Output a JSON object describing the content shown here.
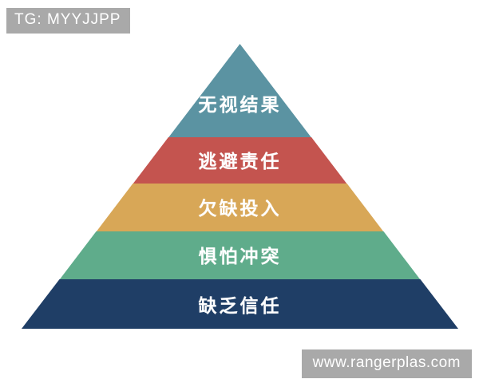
{
  "page": {
    "background": "#ffffff"
  },
  "watermarks": {
    "top_left": {
      "text": "TG: MYYJJPP",
      "background": "#a9a9a9",
      "text_color": "#ffffff"
    },
    "bottom_right": {
      "text": "www.rangerplas.com",
      "background": "#a9a9a9",
      "text_color": "#ffffff"
    }
  },
  "pyramid": {
    "type": "pyramid-diagram",
    "label_color": "#ffffff",
    "layers": [
      {
        "label": "无视结果",
        "color": "#5b93a2"
      },
      {
        "label": "逃避责任",
        "color": "#c4544f"
      },
      {
        "label": "欠缺投入",
        "color": "#d8a757"
      },
      {
        "label": "惧怕冲突",
        "color": "#5fac8b"
      },
      {
        "label": "缺乏信任",
        "color": "#1f3e66"
      }
    ]
  }
}
